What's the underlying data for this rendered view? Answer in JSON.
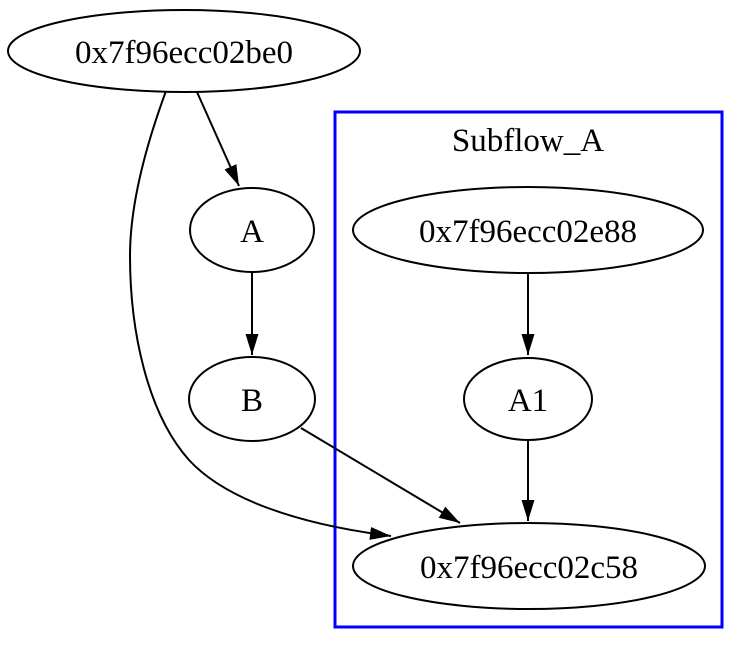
{
  "diagram": {
    "kind": "directed-graph",
    "cluster": {
      "label": "Subflow_A"
    },
    "nodes": {
      "be0": {
        "label": "0x7f96ecc02be0"
      },
      "a": {
        "label": "A"
      },
      "b": {
        "label": "B"
      },
      "e88": {
        "label": "0x7f96ecc02e88"
      },
      "a1": {
        "label": "A1"
      },
      "c58": {
        "label": "0x7f96ecc02c58"
      }
    },
    "edges": [
      {
        "from": "0x7f96ecc02be0",
        "to": "A"
      },
      {
        "from": "0x7f96ecc02be0",
        "to": "0x7f96ecc02c58"
      },
      {
        "from": "A",
        "to": "B"
      },
      {
        "from": "B",
        "to": "0x7f96ecc02c58"
      },
      {
        "from": "0x7f96ecc02e88",
        "to": "A1"
      },
      {
        "from": "A1",
        "to": "0x7f96ecc02c58"
      }
    ],
    "colors": {
      "background": "#ffffff",
      "node_stroke": "#000000",
      "edge_stroke": "#000000",
      "cluster_border": "#0000ff",
      "text": "#000000"
    }
  }
}
